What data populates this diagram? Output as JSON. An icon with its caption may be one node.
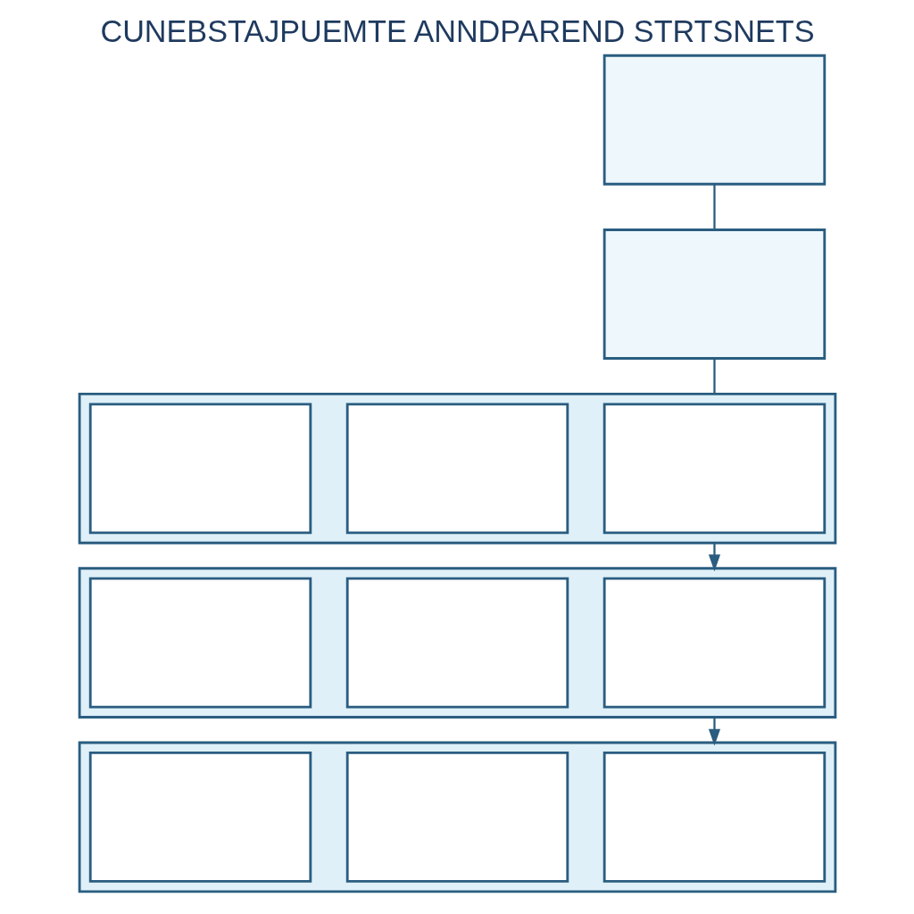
{
  "diagram": {
    "title": "CUNEBSTAJPUEMTE ANNDPAREND STRTSNETS",
    "nodes": [
      {
        "text": [],
        "shape": "box"
      },
      {
        "text": [],
        "shape": "box"
      },
      {
        "text": [],
        "shape": "box"
      },
      {
        "text": [],
        "shape": "box",
        "in": 2
      },
      {
        "text": [],
        "shape": "box",
        "in": 2
      },
      {
        "text": [],
        "shape": "box",
        "in": 2
      },
      {
        "text": [],
        "shape": "box"
      },
      {
        "text": [],
        "shape": "box",
        "in": 6
      },
      {
        "text": [],
        "shape": "box",
        "in": 6
      },
      {
        "text": [],
        "shape": "box",
        "in": 6
      },
      {
        "text": [],
        "shape": "box"
      },
      {
        "text": [],
        "shape": "box",
        "in": 10
      },
      {
        "text": [],
        "shape": "box",
        "in": 10
      },
      {
        "text": [],
        "shape": "box",
        "in": 10
      }
    ],
    "edges": [
      {
        "from": 0,
        "to": 1,
        "arrow": "none"
      },
      {
        "from": 1,
        "to": 2,
        "arrow": "none"
      },
      {
        "from": 2,
        "to": 6,
        "arrow": "to"
      },
      {
        "from": 6,
        "to": 10,
        "arrow": "to"
      }
    ]
  }
}
